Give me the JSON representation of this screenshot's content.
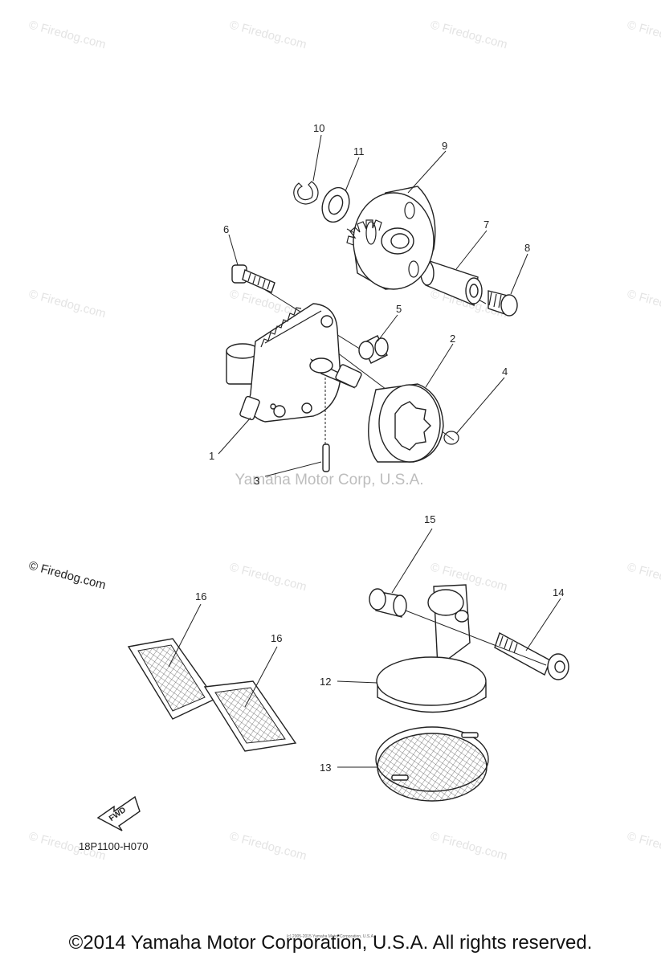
{
  "watermark": "© Firedog.com",
  "firedog_mark": "© Firedog.com",
  "center_watermark": "Yamaha Motor Corp, U.S.A.",
  "diagram_code": "18P1100-H070",
  "fwd_label": "FWD",
  "callouts": [
    "1",
    "2",
    "3",
    "4",
    "5",
    "6",
    "7",
    "8",
    "9",
    "10",
    "11",
    "12",
    "13",
    "14",
    "15",
    "16",
    "16"
  ],
  "copyright": "©2014 Yamaha Motor Corporation, U.S.A. All rights reserved.",
  "fine_print": "(c) 2005-2015 Yamaha Motor Corporation, U.S.A."
}
